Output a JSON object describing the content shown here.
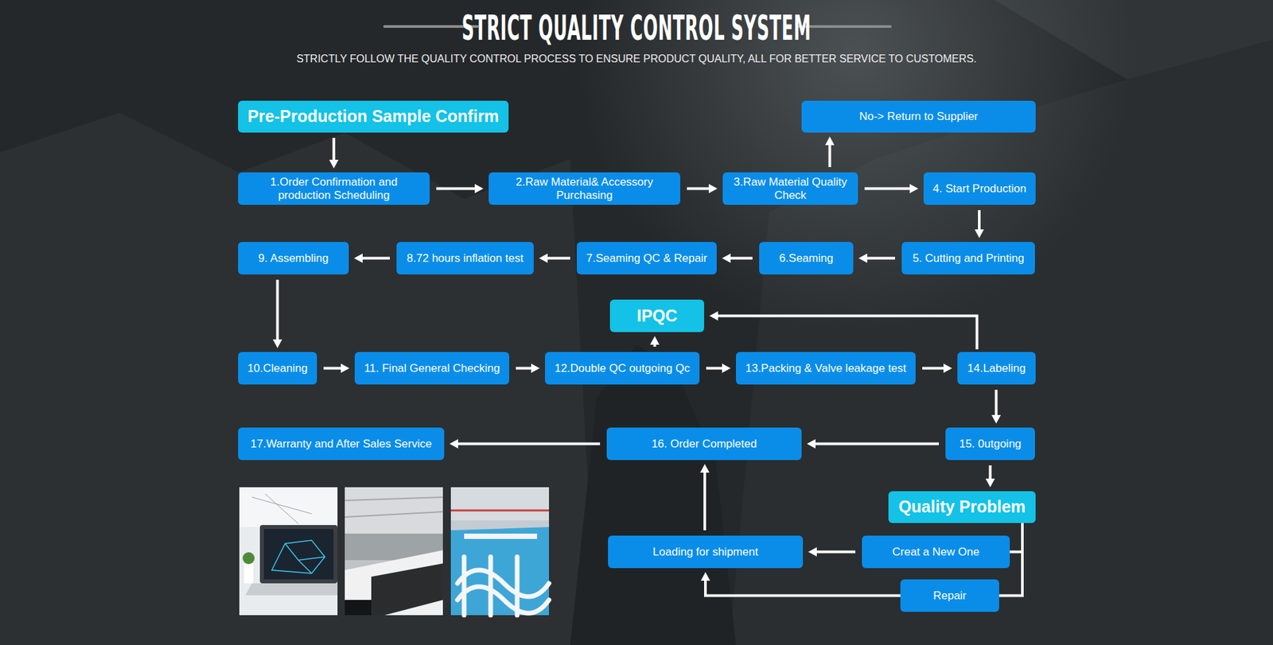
{
  "diagram": {
    "title": "STRICT QUALITY CONTROL SYSTEM",
    "nodes": [
      {
        "text": [
          "Pre-Production Sample Confirm"
        ]
      },
      {
        "text": [
          "No-> Return to Supplier"
        ]
      },
      {
        "text": [
          "1.Order Confirmation and production Scheduling"
        ]
      },
      {
        "text": [
          "2.Raw Material& Accessory Purchasing"
        ]
      },
      {
        "text": [
          "3.Raw Material Quality Check"
        ]
      },
      {
        "text": [
          "4. Start Production"
        ]
      },
      {
        "text": [
          "9. Assembling"
        ]
      },
      {
        "text": [
          "8.72 hours inflation test"
        ]
      },
      {
        "text": [
          "7.Seaming QC & Repair"
        ]
      },
      {
        "text": [
          "6.Seaming"
        ]
      },
      {
        "text": [
          "5. Cutting and Printing"
        ]
      },
      {
        "text": [
          "IPQC"
        ]
      },
      {
        "text": [
          "10.Cleaning"
        ]
      },
      {
        "text": [
          "11. Final General Checking"
        ]
      },
      {
        "text": [
          "12.Double QC outgoing Qc"
        ]
      },
      {
        "text": [
          "13.Packing & Valve leakage test"
        ]
      },
      {
        "text": [
          "14.Labeling"
        ]
      },
      {
        "text": [
          "17.Warranty and After Sales Service"
        ]
      },
      {
        "text": [
          "16. Order Completed"
        ]
      },
      {
        "text": [
          "15. 0utgoing"
        ]
      },
      {
        "text": [
          "Quality Problem"
        ]
      },
      {
        "text": [
          "Loading for shipment"
        ]
      },
      {
        "text": [
          "Creat a New One"
        ]
      },
      {
        "text": [
          "Repair"
        ]
      }
    ],
    "edges": [
      {
        "from": 0,
        "to": 2,
        "arrow": "to"
      },
      {
        "from": 2,
        "to": 3,
        "arrow": "to"
      },
      {
        "from": 3,
        "to": 4,
        "arrow": "to"
      },
      {
        "from": 4,
        "to": 1,
        "arrow": "to"
      },
      {
        "from": 4,
        "to": 5,
        "arrow": "to"
      },
      {
        "from": 5,
        "to": 10,
        "arrow": "to"
      },
      {
        "from": 10,
        "to": 9,
        "arrow": "to"
      },
      {
        "from": 9,
        "to": 8,
        "arrow": "to"
      },
      {
        "from": 8,
        "to": 7,
        "arrow": "to"
      },
      {
        "from": 7,
        "to": 6,
        "arrow": "to"
      },
      {
        "from": 6,
        "to": 12,
        "arrow": "to"
      },
      {
        "from": 12,
        "to": 13,
        "arrow": "to"
      },
      {
        "from": 13,
        "to": 14,
        "arrow": "to"
      },
      {
        "from": 14,
        "to": 11,
        "arrow": "to"
      },
      {
        "from": 14,
        "to": 15,
        "arrow": "to"
      },
      {
        "from": 15,
        "to": 16,
        "arrow": "to"
      },
      {
        "from": 16,
        "to": 11,
        "arrow": "to"
      },
      {
        "from": 16,
        "to": 19,
        "arrow": "to"
      },
      {
        "from": 19,
        "to": 18,
        "arrow": "to"
      },
      {
        "from": 18,
        "to": 17,
        "arrow": "to"
      },
      {
        "from": 19,
        "to": 20,
        "arrow": "to"
      },
      {
        "from": 20,
        "to": 22,
        "arrow": "none"
      },
      {
        "from": 20,
        "to": 23,
        "arrow": "none"
      },
      {
        "from": 22,
        "to": 21,
        "arrow": "to"
      },
      {
        "from": 23,
        "to": 21,
        "arrow": "to"
      },
      {
        "from": 21,
        "to": 18,
        "arrow": "to"
      }
    ],
    "labels": [
      "STRICTLY FOLLOW THE QUALITY CONTROL PROCESS TO ENSURE PRODUCT QUALITY, ALL FOR BETTER SERVICE TO CUSTOMERS."
    ]
  }
}
